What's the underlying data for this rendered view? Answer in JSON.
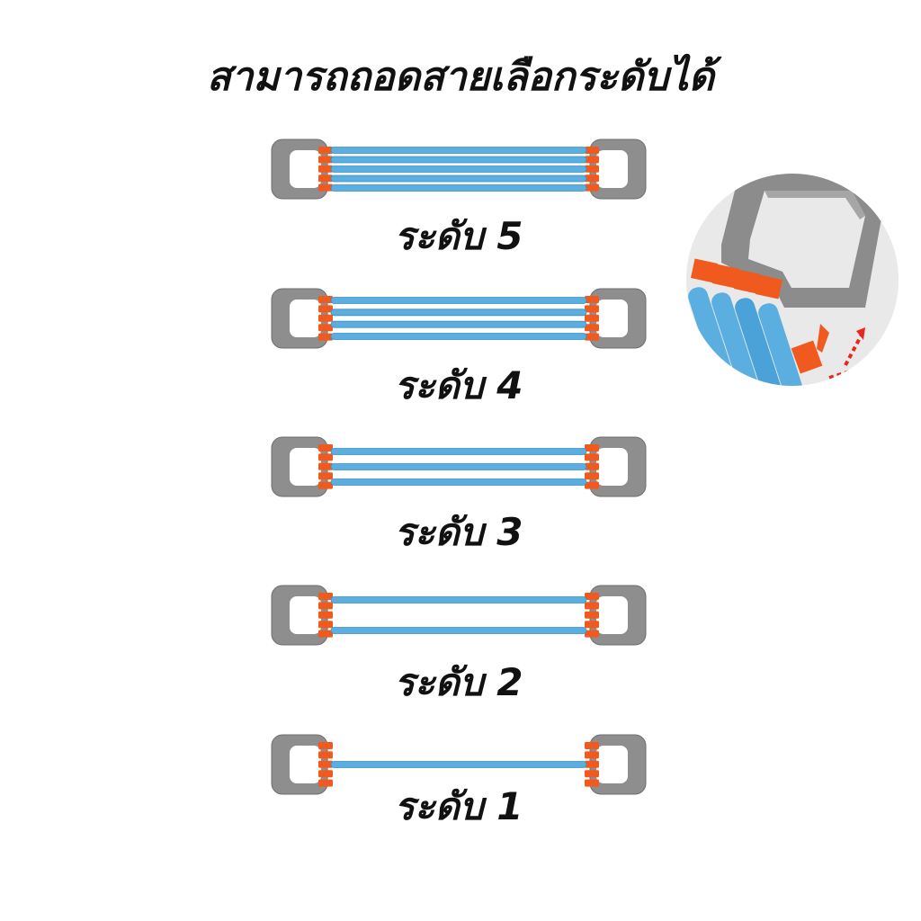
{
  "headline": "สามารถถอดสายเลือกระดับได้",
  "levels": [
    {
      "label": "ระดับ 5",
      "tubes": 5
    },
    {
      "label": "ระดับ 4",
      "tubes": 4
    },
    {
      "label": "ระดับ 3",
      "tubes": 3
    },
    {
      "label": "ระดับ 2",
      "tubes": 2
    },
    {
      "label": "ระดับ 1",
      "tubes": 1
    }
  ],
  "colors": {
    "handle": "#8e8e8e",
    "handle_edge": "#6f6f6f",
    "connector": "#f05a1e",
    "tube": "#5aaee0",
    "tube_edge": "#3d8fc4",
    "arrow": "#e8281e"
  }
}
